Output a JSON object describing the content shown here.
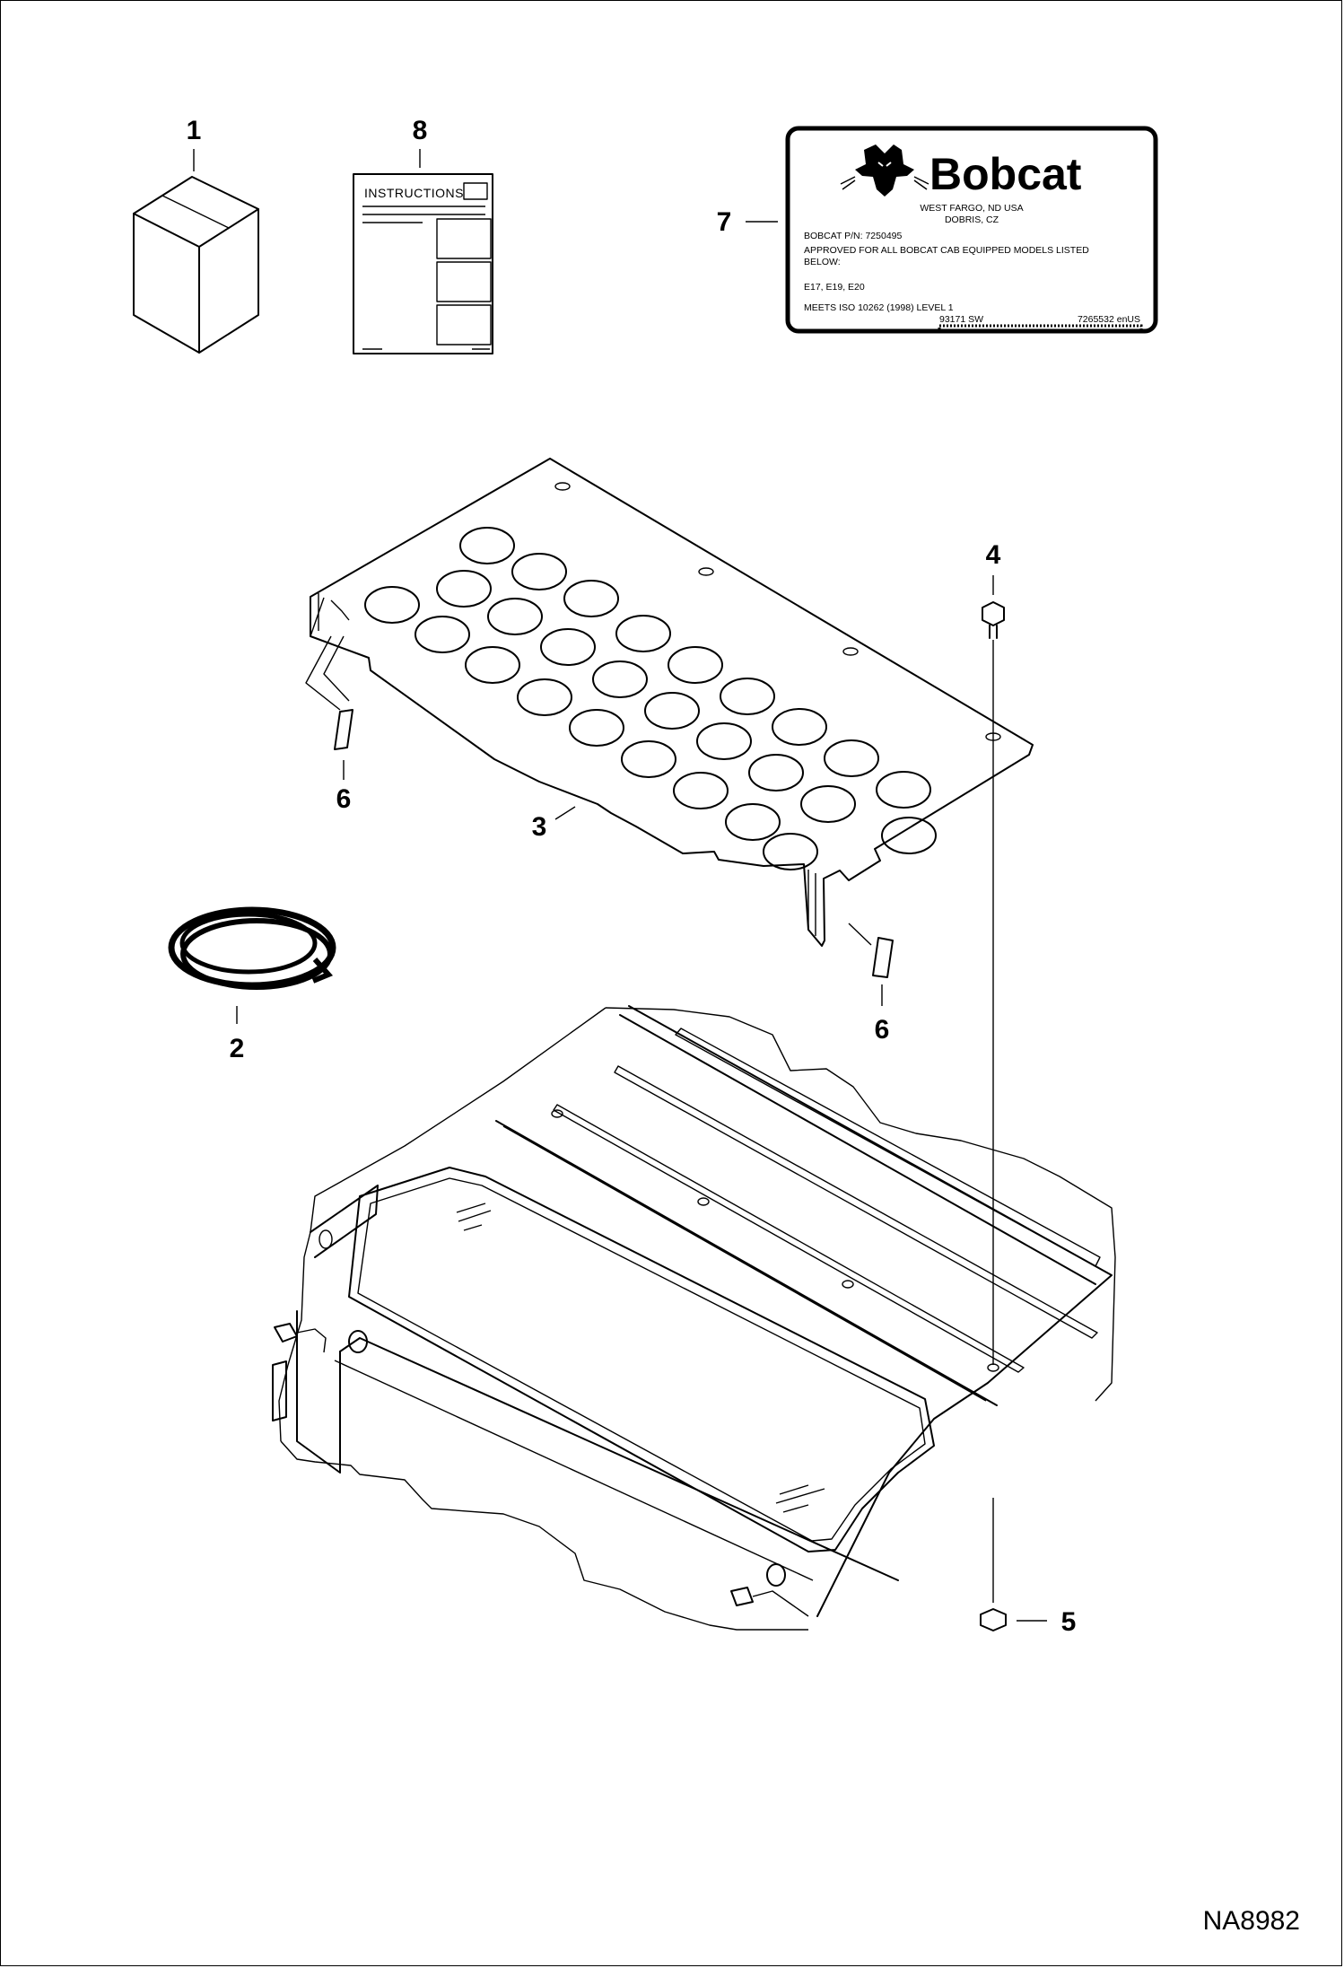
{
  "callouts": {
    "c1": "1",
    "c2": "2",
    "c3": "3",
    "c4": "4",
    "c5": "5",
    "c6a": "6",
    "c6b": "6",
    "c7": "7",
    "c8": "8"
  },
  "instructions_sheet": {
    "title": "INSTRUCTIONS"
  },
  "decal": {
    "brand": "Bobcat",
    "address_line1": "WEST FARGO, ND USA",
    "address_line2": "DOBRIS, CZ",
    "part_number": "BOBCAT P/N: 7250495",
    "approval_line1": "APPROVED FOR ALL BOBCAT CAB EQUIPPED MODELS LISTED",
    "approval_line2": "BELOW:",
    "models": "E17, E19, E20",
    "standard": "MEETS ISO 10262 (1998) LEVEL 1",
    "code_left": "93171 SW",
    "code_right": "7265532 enUS"
  },
  "figure_id": "NA8982"
}
